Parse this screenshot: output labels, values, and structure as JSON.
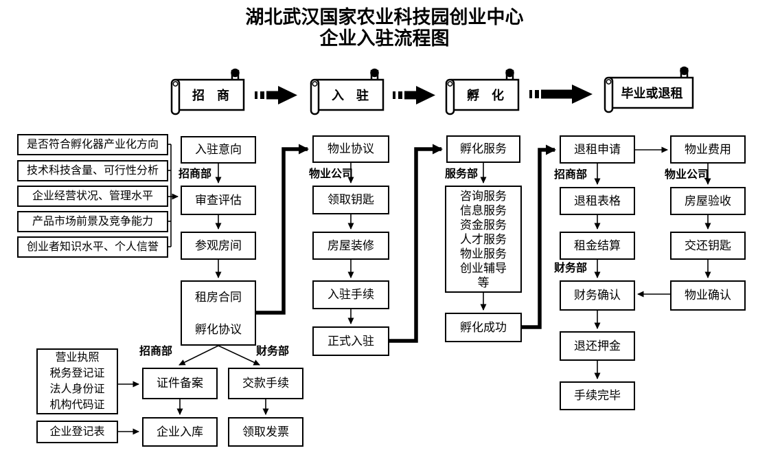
{
  "title": {
    "line1": "湖北武汉国家农业科技园创业中心",
    "line2": "企业入驻流程图"
  },
  "phases": [
    {
      "label": "招　商"
    },
    {
      "label": "入　驻"
    },
    {
      "label": "孵　化"
    },
    {
      "label": "毕业或退租"
    }
  ],
  "dept_labels": {
    "d1": "招商部",
    "d2": "物业公司",
    "d3": "服务部",
    "d4": "招商部",
    "d5": "物业公司",
    "d6": "财务部",
    "d7": "招商部",
    "d8": "财务部"
  },
  "criteria": [
    "是否符合孵化器产业化方向",
    "技术科技含量、可行性分析",
    "企业经营状况、管理水平",
    "产品市场前景及竞争能力",
    "创业者知识水平、个人信誉"
  ],
  "col_zhaoshang": {
    "intent": "入驻意向",
    "review": "审查评估",
    "visit": "参观房间",
    "contract": [
      "租房合同",
      "孵化协议"
    ]
  },
  "col_ruzhu": {
    "agreement": "物业协议",
    "keys": "领取钥匙",
    "renovation": "房屋装修",
    "procedures": "入驻手续",
    "movein": "正式入驻"
  },
  "col_fuhua": {
    "service": "孵化服务",
    "services": [
      "咨询服务",
      "信息服务",
      "资金服务",
      "人才服务",
      "物业服务",
      "创业辅导",
      "等"
    ],
    "success": "孵化成功"
  },
  "col_tuizu": {
    "apply": "退租申请",
    "form": "退租表格",
    "settlement": "租金结算",
    "finance_confirm": "财务确认",
    "deposit": "退还押金",
    "complete": "手续完毕"
  },
  "col_wuye": {
    "fee": "物业费用",
    "inspection": "房屋验收",
    "keys_return": "交还钥匙",
    "confirm": "物业确认"
  },
  "bottom": {
    "docs": [
      "营业执照",
      "税务登记证",
      "法人身份证",
      "机构代码证"
    ],
    "form": "企业登记表",
    "filing": "证件备案",
    "warehouse": "企业入库",
    "payment": "交款手续",
    "invoice": "领取发票"
  },
  "colors": {
    "ink": "#000000",
    "paper": "#ffffff"
  }
}
